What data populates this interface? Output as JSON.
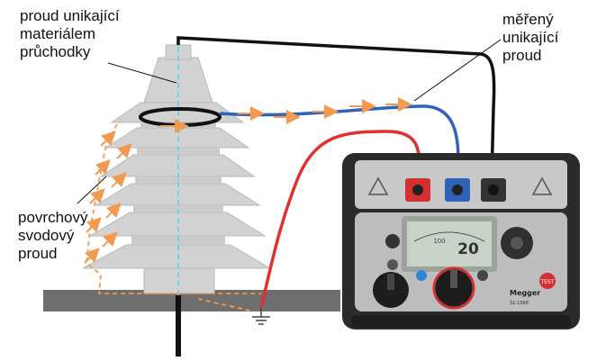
{
  "labels": {
    "bushing_leakage": [
      "proud unikající",
      "materiálem",
      "průchodky"
    ],
    "measured_leakage": [
      "měřený",
      "unikající",
      "proud"
    ],
    "surface_leakage": [
      "povrchový",
      "svodový",
      "proud"
    ]
  },
  "instrument": {
    "display_reading": "20",
    "display_small": "100",
    "brand": "Megger",
    "model": "S1-1068",
    "test_button": "TEST"
  },
  "colors": {
    "insulator": "#d2d2d2",
    "insulator_edge": "#b8b8b8",
    "ground_plate": "#6e6e6e",
    "leakage_arrows": "#f39a52",
    "cable_red": "#e03030",
    "cable_blue": "#2e63b8",
    "cable_black": "#111111",
    "guard_dash": "#6fd0e8",
    "instrument_case": "#2b2b2b",
    "instrument_panel": "#c8c8c8",
    "display": "#c9d2c8"
  }
}
